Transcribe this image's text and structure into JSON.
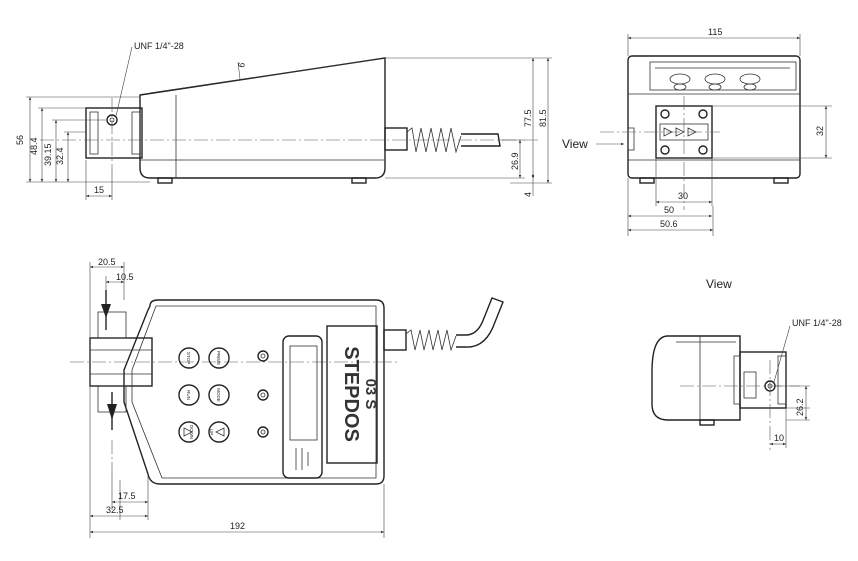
{
  "side_view": {
    "thread_label": "UNF 1/4\"-28",
    "angle": "6",
    "dims": {
      "h56": "56",
      "h48_4": "48.4",
      "h39_15": "39.15",
      "h32_4": "32.4",
      "w15": "15",
      "h77_5": "77.5",
      "h81_5": "81.5",
      "h26_9": "26.9",
      "h4": "4"
    }
  },
  "end_view": {
    "dims": {
      "w115": "115",
      "h32": "32",
      "w30": "30",
      "w50": "50",
      "w50_6": "50.6"
    },
    "view_label": "View"
  },
  "top_view": {
    "dims": {
      "w20_5": "20.5",
      "w10_5": "10.5",
      "w17_5": "17.5",
      "w32_5": "32.5",
      "w192": "192"
    },
    "panel": {
      "brand": "STEPDOS",
      "model": "03 S",
      "buttons": [
        {
          "label": "STOP"
        },
        {
          "label": "PRIME"
        },
        {
          "label": "RUN"
        },
        {
          "label": "MODE"
        },
        {
          "label": "DOWN"
        },
        {
          "label": "UP"
        }
      ]
    }
  },
  "detail_view": {
    "view_label": "View",
    "thread_label": "UNF 1/4\"-28",
    "dims": {
      "h26_2": "26.2",
      "w10": "10"
    }
  }
}
